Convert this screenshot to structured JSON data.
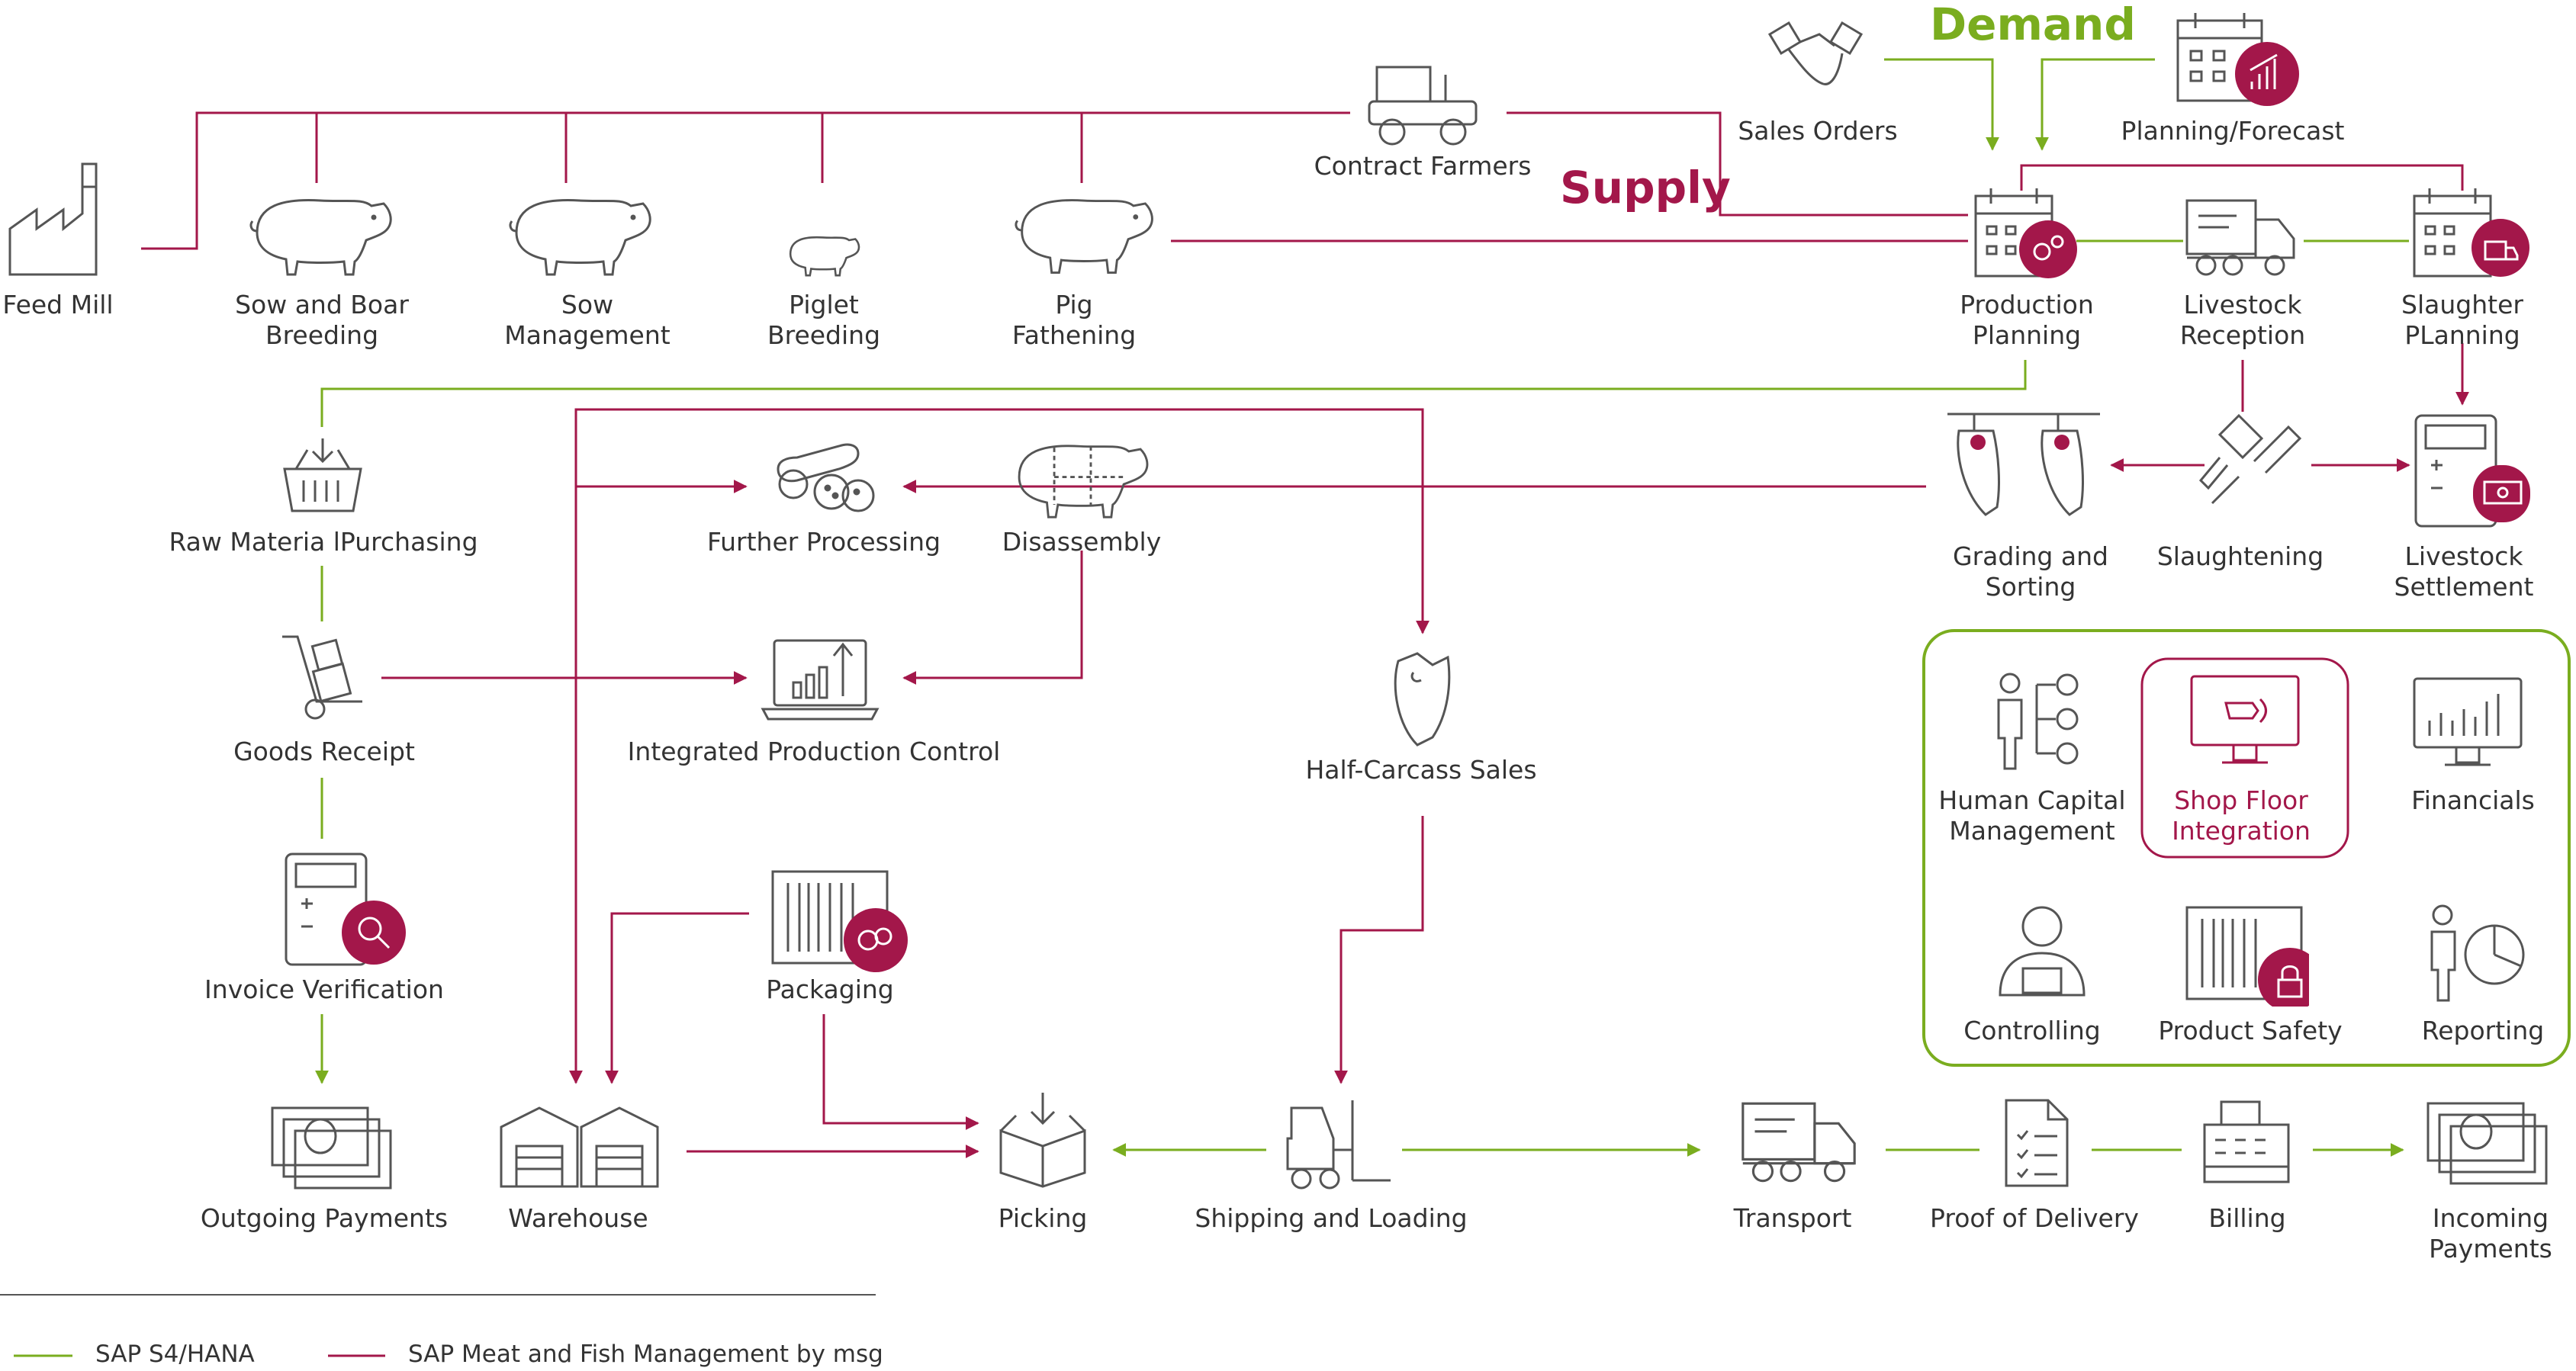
{
  "colors": {
    "green": "#7aad1f",
    "magenta": "#a3174a",
    "line_gray": "#555555",
    "text": "#333333"
  },
  "headings": {
    "demand": "Demand",
    "supply": "Supply"
  },
  "nodes": {
    "feed_mill": "Feed Mill",
    "sow_boar": [
      "Sow and Boar",
      "Breeding"
    ],
    "sow_mgmt": [
      "Sow",
      "Management"
    ],
    "piglet": [
      "Piglet",
      "Breeding"
    ],
    "pig_fat": [
      "Pig",
      "Fathening"
    ],
    "contract_farmers": "Contract Farmers",
    "sales_orders": "Sales Orders",
    "planning_forecast": "Planning/Forecast",
    "production_planning": [
      "Production",
      "Planning"
    ],
    "livestock_reception": [
      "Livestock",
      "Reception"
    ],
    "slaughter_planning": [
      "Slaughter",
      "PLanning"
    ],
    "raw_material": "Raw Materia lPurchasing",
    "further_processing": "Further Processing",
    "disassembly": "Disassembly",
    "grading": [
      "Grading and",
      "Sorting"
    ],
    "slaughtening": "Slaughtening",
    "livestock_settlement": [
      "Livestock",
      "Settlement"
    ],
    "goods_receipt": "Goods Receipt",
    "integrated_pc": "Integrated Production Control",
    "half_carcass": "Half-Carcass Sales",
    "invoice_verification": "Invoice Verification",
    "packaging": "Packaging",
    "outgoing_payments": "Outgoing Payments",
    "warehouse": "Warehouse",
    "picking": "Picking",
    "shipping": "Shipping and Loading",
    "transport": "Transport",
    "proof_delivery": "Proof of Delivery",
    "billing": "Billing",
    "incoming_payments": [
      "Incoming",
      "Payments"
    ]
  },
  "modules": {
    "hcm": [
      "Human Capital",
      "Management"
    ],
    "shop_floor": [
      "Shop Floor",
      "Integration"
    ],
    "financials": "Financials",
    "controlling": "Controlling",
    "product_safety": "Product Safety",
    "reporting": "Reporting"
  },
  "legend": {
    "green_label": "SAP S4/HANA",
    "magenta_label": "SAP Meat and Fish Management by msg"
  }
}
